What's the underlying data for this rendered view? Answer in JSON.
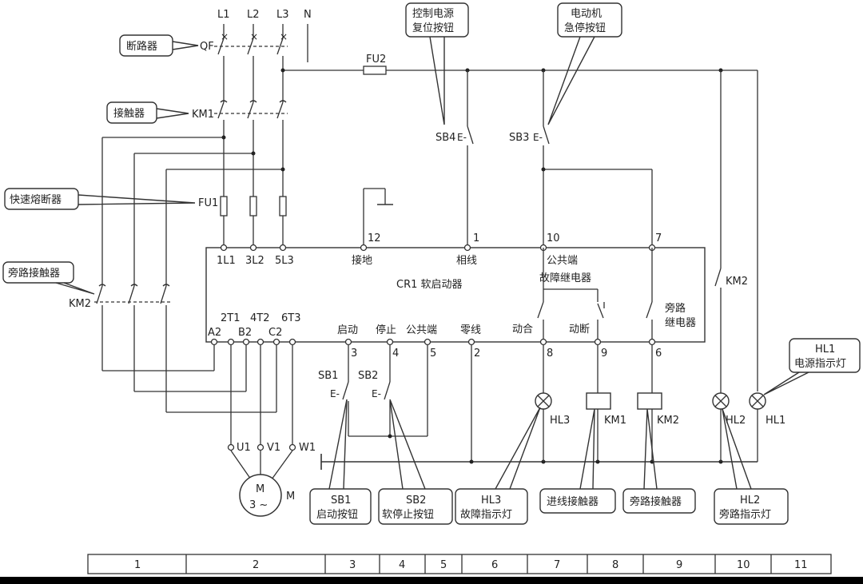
{
  "phases": [
    "L1",
    "L2",
    "L3",
    "N"
  ],
  "device_labels": {
    "qf": "QF",
    "km1": "KM1",
    "fu1": "FU1",
    "fu2": "FU2",
    "km2_main": "KM2",
    "km2_aux": "KM2",
    "sb4": "SB4",
    "sb3": "SB3",
    "sb1": "SB1",
    "sb2": "SB2",
    "hl3": "HL3",
    "km1_coil": "KM1",
    "km2_coil": "KM2",
    "hl2": "HL2",
    "hl1": "HL1",
    "motor_line1": "M",
    "motor_line2": "3 ~",
    "motor_tag": "M"
  },
  "callouts": {
    "qf": "断路器",
    "km1": "接触器",
    "fu1": "快速熔断器",
    "km2": "旁路接触器",
    "sb4": [
      "控制电源",
      "复位按钮"
    ],
    "sb3": [
      "电动机",
      "急停按钮"
    ],
    "hl1": [
      "HL1",
      "电源指示灯"
    ],
    "sb1": [
      "SB1",
      "启动按钮"
    ],
    "sb2": [
      "SB2",
      "软停止按钮"
    ],
    "hl3": [
      "HL3",
      "故障指示灯"
    ],
    "km1_coil": "进线接触器",
    "km2_coil": "旁路接触器",
    "hl2": [
      "HL2",
      "旁路指示灯"
    ]
  },
  "soft_starter": {
    "title": "CR1 软启动器",
    "top_terminals": [
      {
        "num": "",
        "label": "1L1"
      },
      {
        "num": "",
        "label": "3L2"
      },
      {
        "num": "",
        "label": "5L3"
      },
      {
        "num": "12",
        "label": "接地"
      },
      {
        "num": "1",
        "label": "相线"
      },
      {
        "num": "10",
        "label": "公共端"
      },
      {
        "num": "7",
        "label": ""
      }
    ],
    "inner_labels": {
      "fault_relay": "故障继电器",
      "make": "动合",
      "break": "动断",
      "bypass_relay": [
        "旁路",
        "继电器"
      ]
    },
    "output_terminals": [
      "2T1",
      "4T2",
      "6T3"
    ],
    "output_labels": [
      "A2",
      "B2",
      "C2"
    ],
    "bottom_terminals": [
      {
        "num": "3",
        "label": "启动"
      },
      {
        "num": "4",
        "label": "停止"
      },
      {
        "num": "5",
        "label": "公共端"
      },
      {
        "num": "2",
        "label": "零线"
      },
      {
        "num": "8",
        "label": ""
      },
      {
        "num": "9",
        "label": ""
      },
      {
        "num": "6",
        "label": ""
      }
    ]
  },
  "motor_terminals": [
    "U1",
    "V1",
    "W1"
  ],
  "column_ruler": [
    "1",
    "2",
    "3",
    "4",
    "5",
    "6",
    "7",
    "8",
    "9",
    "10",
    "11"
  ]
}
